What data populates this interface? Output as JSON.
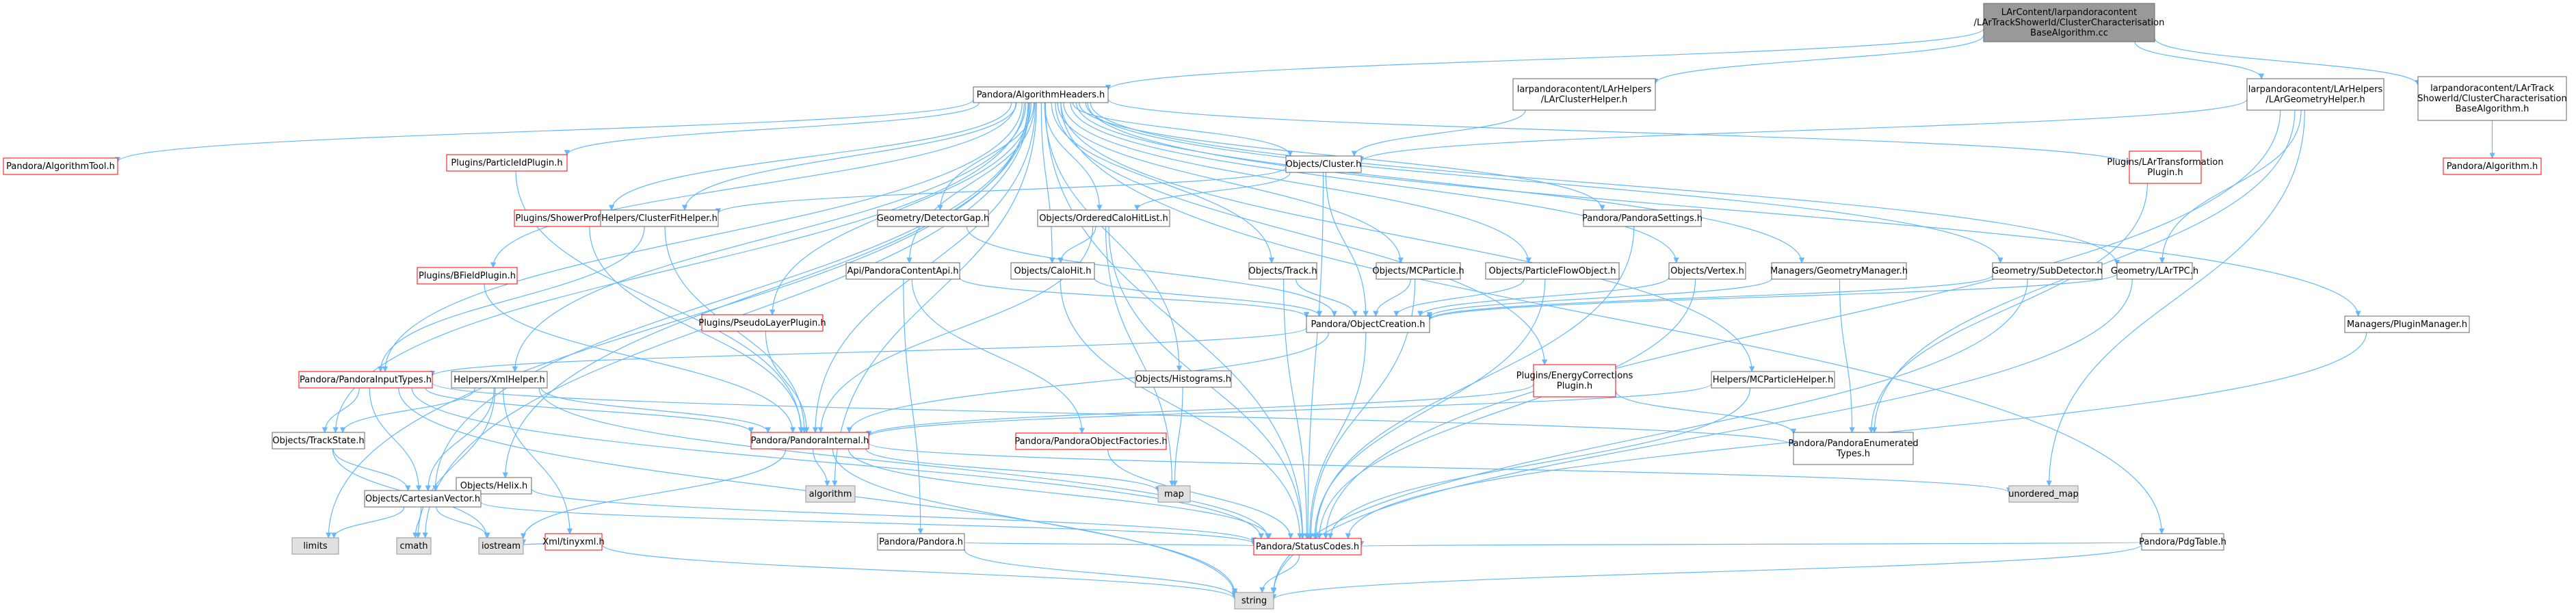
{
  "nodes": [
    {
      "id": "root",
      "lines": [
        "LArContent/larpandoracontent",
        "/LArTrackShowerId/ClusterCharacterisation",
        "BaseAlgorithm.cc"
      ],
      "style": "root"
    },
    {
      "id": "algheaders",
      "lines": [
        "Pandora/AlgorithmHeaders.h"
      ],
      "style": "normal"
    },
    {
      "id": "clusterhelper",
      "lines": [
        "larpandoracontent/LArHelpers",
        "/LArClusterHelper.h"
      ],
      "style": "normal"
    },
    {
      "id": "geomhelper",
      "lines": [
        "larpandoracontent/LArHelpers",
        "/LArGeometryHelper.h"
      ],
      "style": "normal"
    },
    {
      "id": "ccbaseh",
      "lines": [
        "larpandoracontent/LArTrack",
        "ShowerId/ClusterCharacterisation",
        "BaseAlgorithm.h"
      ],
      "style": "normal"
    },
    {
      "id": "algorithmh",
      "lines": [
        "Pandora/Algorithm.h"
      ],
      "style": "red"
    },
    {
      "id": "algtool",
      "lines": [
        "Pandora/AlgorithmTool.h"
      ],
      "style": "red"
    },
    {
      "id": "pidplugin",
      "lines": [
        "Plugins/ParticleIdPlugin.h"
      ],
      "style": "red"
    },
    {
      "id": "cluster",
      "lines": [
        "Objects/Cluster.h"
      ],
      "style": "normal"
    },
    {
      "id": "ltplugin",
      "lines": [
        "Plugins/LArTransformation",
        "Plugin.h"
      ],
      "style": "red"
    },
    {
      "id": "spplugin",
      "lines": [
        "Plugins/ShowerProfilePlugin.h"
      ],
      "style": "red"
    },
    {
      "id": "cfhelper",
      "lines": [
        "Helpers/ClusterFitHelper.h"
      ],
      "style": "normal"
    },
    {
      "id": "detgap",
      "lines": [
        "Geometry/DetectorGap.h"
      ],
      "style": "normal"
    },
    {
      "id": "ochl",
      "lines": [
        "Objects/OrderedCaloHitList.h"
      ],
      "style": "normal"
    },
    {
      "id": "settings",
      "lines": [
        "Pandora/PandoraSettings.h"
      ],
      "style": "normal"
    },
    {
      "id": "bfplugin",
      "lines": [
        "Plugins/BFieldPlugin.h"
      ],
      "style": "red"
    },
    {
      "id": "pcapi",
      "lines": [
        "Api/PandoraContentApi.h"
      ],
      "style": "normal"
    },
    {
      "id": "calohit",
      "lines": [
        "Objects/CaloHit.h"
      ],
      "style": "normal"
    },
    {
      "id": "track",
      "lines": [
        "Objects/Track.h"
      ],
      "style": "normal"
    },
    {
      "id": "mcparticle",
      "lines": [
        "Objects/MCParticle.h"
      ],
      "style": "normal"
    },
    {
      "id": "pfo",
      "lines": [
        "Objects/ParticleFlowObject.h"
      ],
      "style": "normal"
    },
    {
      "id": "vertex",
      "lines": [
        "Objects/Vertex.h"
      ],
      "style": "normal"
    },
    {
      "id": "geommgr",
      "lines": [
        "Managers/GeometryManager.h"
      ],
      "style": "normal"
    },
    {
      "id": "subdet",
      "lines": [
        "Geometry/SubDetector.h"
      ],
      "style": "normal"
    },
    {
      "id": "lartpc",
      "lines": [
        "Geometry/LArTPC.h"
      ],
      "style": "normal"
    },
    {
      "id": "plplugin",
      "lines": [
        "Plugins/PseudoLayerPlugin.h"
      ],
      "style": "red"
    },
    {
      "id": "objcreation",
      "lines": [
        "Pandora/ObjectCreation.h"
      ],
      "style": "normal"
    },
    {
      "id": "pluginmgr",
      "lines": [
        "Managers/PluginManager.h"
      ],
      "style": "normal"
    },
    {
      "id": "inputtypes",
      "lines": [
        "Pandora/PandoraInputTypes.h"
      ],
      "style": "red"
    },
    {
      "id": "xmlhelper",
      "lines": [
        "Helpers/XmlHelper.h"
      ],
      "style": "normal"
    },
    {
      "id": "histograms",
      "lines": [
        "Objects/Histograms.h"
      ],
      "style": "normal"
    },
    {
      "id": "ecplugin",
      "lines": [
        "Plugins/EnergyCorrections",
        "Plugin.h"
      ],
      "style": "red"
    },
    {
      "id": "mcphelper",
      "lines": [
        "Helpers/MCParticleHelper.h"
      ],
      "style": "normal"
    },
    {
      "id": "trackstate",
      "lines": [
        "Objects/TrackState.h"
      ],
      "style": "normal"
    },
    {
      "id": "internal",
      "lines": [
        "Pandora/PandoraInternal.h"
      ],
      "style": "red"
    },
    {
      "id": "factories",
      "lines": [
        "Pandora/PandoraObjectFactories.h"
      ],
      "style": "red"
    },
    {
      "id": "enumtypes",
      "lines": [
        "Pandora/PandoraEnumerated",
        "Types.h"
      ],
      "style": "normal"
    },
    {
      "id": "helix",
      "lines": [
        "Objects/Helix.h"
      ],
      "style": "normal"
    },
    {
      "id": "algorithm",
      "lines": [
        "algorithm"
      ],
      "style": "gray"
    },
    {
      "id": "map",
      "lines": [
        "map"
      ],
      "style": "gray"
    },
    {
      "id": "unordered",
      "lines": [
        "unordered_map"
      ],
      "style": "gray"
    },
    {
      "id": "cartesian",
      "lines": [
        "Objects/CartesianVector.h"
      ],
      "style": "normal"
    },
    {
      "id": "tinyxml",
      "lines": [
        "Xml/tinyxml.h"
      ],
      "style": "red"
    },
    {
      "id": "pandorah",
      "lines": [
        "Pandora/Pandora.h"
      ],
      "style": "normal"
    },
    {
      "id": "pdgtable",
      "lines": [
        "Pandora/PdgTable.h"
      ],
      "style": "normal"
    },
    {
      "id": "limits",
      "lines": [
        "limits"
      ],
      "style": "gray"
    },
    {
      "id": "cmath",
      "lines": [
        "cmath"
      ],
      "style": "gray"
    },
    {
      "id": "iostream",
      "lines": [
        "iostream"
      ],
      "style": "gray"
    },
    {
      "id": "statuscodes",
      "lines": [
        "Pandora/StatusCodes.h"
      ],
      "style": "red"
    },
    {
      "id": "string",
      "lines": [
        "string"
      ],
      "style": "gray"
    }
  ],
  "edges": [
    [
      "root",
      "algheaders"
    ],
    [
      "root",
      "clusterhelper"
    ],
    [
      "root",
      "geomhelper"
    ],
    [
      "root",
      "ccbaseh"
    ],
    [
      "ccbaseh",
      "algorithmh"
    ],
    [
      "algheaders",
      "algtool"
    ],
    [
      "algheaders",
      "pidplugin"
    ],
    [
      "algheaders",
      "cluster"
    ],
    [
      "algheaders",
      "ltplugin"
    ],
    [
      "algheaders",
      "spplugin"
    ],
    [
      "algheaders",
      "cfhelper"
    ],
    [
      "algheaders",
      "detgap"
    ],
    [
      "algheaders",
      "ochl"
    ],
    [
      "algheaders",
      "settings"
    ],
    [
      "algheaders",
      "bfplugin"
    ],
    [
      "algheaders",
      "pcapi"
    ],
    [
      "algheaders",
      "calohit"
    ],
    [
      "algheaders",
      "track"
    ],
    [
      "algheaders",
      "mcparticle"
    ],
    [
      "algheaders",
      "pfo"
    ],
    [
      "algheaders",
      "vertex"
    ],
    [
      "algheaders",
      "geommgr"
    ],
    [
      "algheaders",
      "subdet"
    ],
    [
      "algheaders",
      "lartpc"
    ],
    [
      "algheaders",
      "plplugin"
    ],
    [
      "algheaders",
      "pluginmgr"
    ],
    [
      "algheaders",
      "inputtypes"
    ],
    [
      "algheaders",
      "xmlhelper"
    ],
    [
      "algheaders",
      "histograms"
    ],
    [
      "algheaders",
      "ecplugin"
    ],
    [
      "algheaders",
      "mcphelper"
    ],
    [
      "algheaders",
      "trackstate"
    ],
    [
      "algheaders",
      "internal"
    ],
    [
      "algheaders",
      "helix"
    ],
    [
      "algheaders",
      "algorithm"
    ],
    [
      "algheaders",
      "cartesian"
    ],
    [
      "algheaders",
      "pdgtable"
    ],
    [
      "algheaders",
      "limits"
    ],
    [
      "algheaders",
      "cmath"
    ],
    [
      "algheaders",
      "statuscodes"
    ],
    [
      "clusterhelper",
      "cluster"
    ],
    [
      "geomhelper",
      "cluster"
    ],
    [
      "geomhelper",
      "enumtypes"
    ],
    [
      "geomhelper",
      "statuscodes"
    ],
    [
      "geomhelper",
      "unordered"
    ],
    [
      "geomhelper",
      "lartpc"
    ],
    [
      "cluster",
      "cfhelper"
    ],
    [
      "cluster",
      "ochl"
    ],
    [
      "cluster",
      "objcreation"
    ],
    [
      "cluster",
      "statuscodes"
    ],
    [
      "ochl",
      "calohit"
    ],
    [
      "ochl",
      "internal"
    ],
    [
      "ochl",
      "statuscodes"
    ],
    [
      "ochl",
      "map"
    ],
    [
      "detgap",
      "objcreation"
    ],
    [
      "pcapi",
      "objcreation"
    ],
    [
      "pcapi",
      "pandorah"
    ],
    [
      "pcapi",
      "factories"
    ],
    [
      "calohit",
      "objcreation"
    ],
    [
      "calohit",
      "statuscodes"
    ],
    [
      "track",
      "objcreation"
    ],
    [
      "track",
      "statuscodes"
    ],
    [
      "mcparticle",
      "objcreation"
    ],
    [
      "mcparticle",
      "statuscodes"
    ],
    [
      "pfo",
      "objcreation"
    ],
    [
      "pfo",
      "statuscodes"
    ],
    [
      "vertex",
      "objcreation"
    ],
    [
      "vertex",
      "statuscodes"
    ],
    [
      "geommgr",
      "objcreation"
    ],
    [
      "geommgr",
      "enumtypes"
    ],
    [
      "subdet",
      "objcreation"
    ],
    [
      "subdet",
      "string"
    ],
    [
      "lartpc",
      "objcreation"
    ],
    [
      "lartpc",
      "string"
    ],
    [
      "objcreation",
      "internal"
    ],
    [
      "objcreation",
      "statuscodes"
    ],
    [
      "objcreation",
      "inputtypes"
    ],
    [
      "pidplugin",
      "internal"
    ],
    [
      "spplugin",
      "internal"
    ],
    [
      "bfplugin",
      "internal"
    ],
    [
      "plplugin",
      "internal"
    ],
    [
      "ltplugin",
      "enumtypes"
    ],
    [
      "cfhelper",
      "internal"
    ],
    [
      "cfhelper",
      "inputtypes"
    ],
    [
      "settings",
      "statuscodes"
    ],
    [
      "pluginmgr",
      "statuscodes"
    ],
    [
      "inputtypes",
      "trackstate"
    ],
    [
      "inputtypes",
      "cartesian"
    ],
    [
      "inputtypes",
      "internal"
    ],
    [
      "inputtypes",
      "statuscodes"
    ],
    [
      "inputtypes",
      "enumtypes"
    ],
    [
      "inputtypes",
      "string"
    ],
    [
      "xmlhelper",
      "trackstate"
    ],
    [
      "xmlhelper",
      "cartesian"
    ],
    [
      "xmlhelper",
      "internal"
    ],
    [
      "xmlhelper",
      "statuscodes"
    ],
    [
      "xmlhelper",
      "tinyxml"
    ],
    [
      "xmlhelper",
      "cmath"
    ],
    [
      "histograms",
      "map"
    ],
    [
      "ecplugin",
      "internal"
    ],
    [
      "ecplugin",
      "enumtypes"
    ],
    [
      "mcphelper",
      "internal"
    ],
    [
      "mcphelper",
      "statuscodes"
    ],
    [
      "trackstate",
      "cartesian"
    ],
    [
      "trackstate",
      "iostream"
    ],
    [
      "internal",
      "algorithm"
    ],
    [
      "internal",
      "map"
    ],
    [
      "internal",
      "unordered"
    ],
    [
      "internal",
      "iostream"
    ],
    [
      "internal",
      "string"
    ],
    [
      "internal",
      "statuscodes"
    ],
    [
      "factories",
      "statuscodes"
    ],
    [
      "helix",
      "cartesian"
    ],
    [
      "helix",
      "statuscodes"
    ],
    [
      "cartesian",
      "limits"
    ],
    [
      "cartesian",
      "cmath"
    ],
    [
      "cartesian",
      "iostream"
    ],
    [
      "cartesian",
      "statuscodes"
    ],
    [
      "tinyxml",
      "iostream"
    ],
    [
      "tinyxml",
      "string"
    ],
    [
      "pandorah",
      "statuscodes"
    ],
    [
      "pandorah",
      "string"
    ],
    [
      "pdgtable",
      "statuscodes"
    ],
    [
      "pdgtable",
      "string"
    ],
    [
      "statuscodes",
      "string"
    ]
  ],
  "styles": {
    "root": {
      "fill": "#999999",
      "stroke": "#666666"
    },
    "normal": {
      "fill": "#ffffff",
      "stroke": "#666666"
    },
    "red": {
      "fill": "#ffffff",
      "stroke": "#ff0000"
    },
    "gray": {
      "fill": "#e0e0e0",
      "stroke": "#999999"
    },
    "edge": "#63b8ff"
  }
}
